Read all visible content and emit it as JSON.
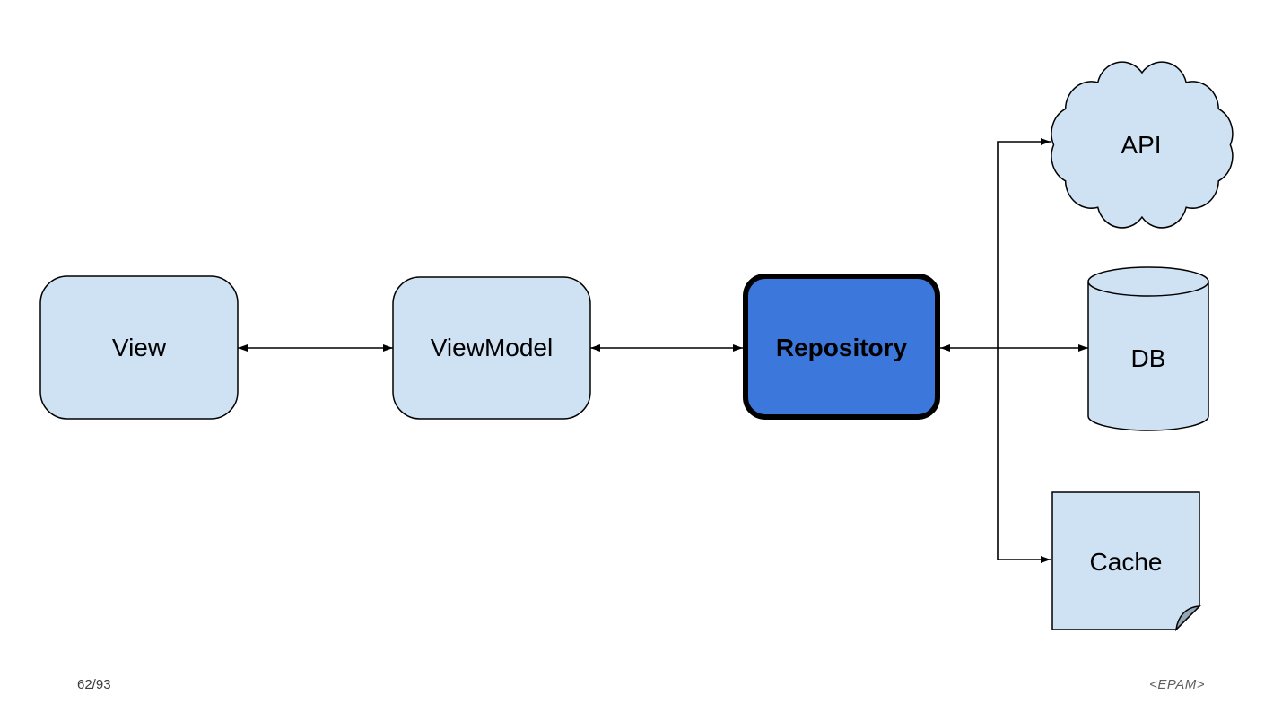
{
  "footer": {
    "page_number": "62/93",
    "brand": "<EPAM>"
  },
  "nodes": {
    "view": {
      "label": "View"
    },
    "viewmodel": {
      "label": "ViewModel"
    },
    "repository": {
      "label": "Repository"
    },
    "api": {
      "label": "API"
    },
    "db": {
      "label": "DB"
    },
    "cache": {
      "label": "Cache"
    }
  },
  "colors": {
    "node_fill": "#cfe2f3",
    "repository_fill": "#3c78dc",
    "node_stroke": "#000000",
    "connector": "#000000",
    "fold_fill": "#93a7b8",
    "page_text": "#3b3b3b",
    "brand_text": "#5f5f5f"
  }
}
